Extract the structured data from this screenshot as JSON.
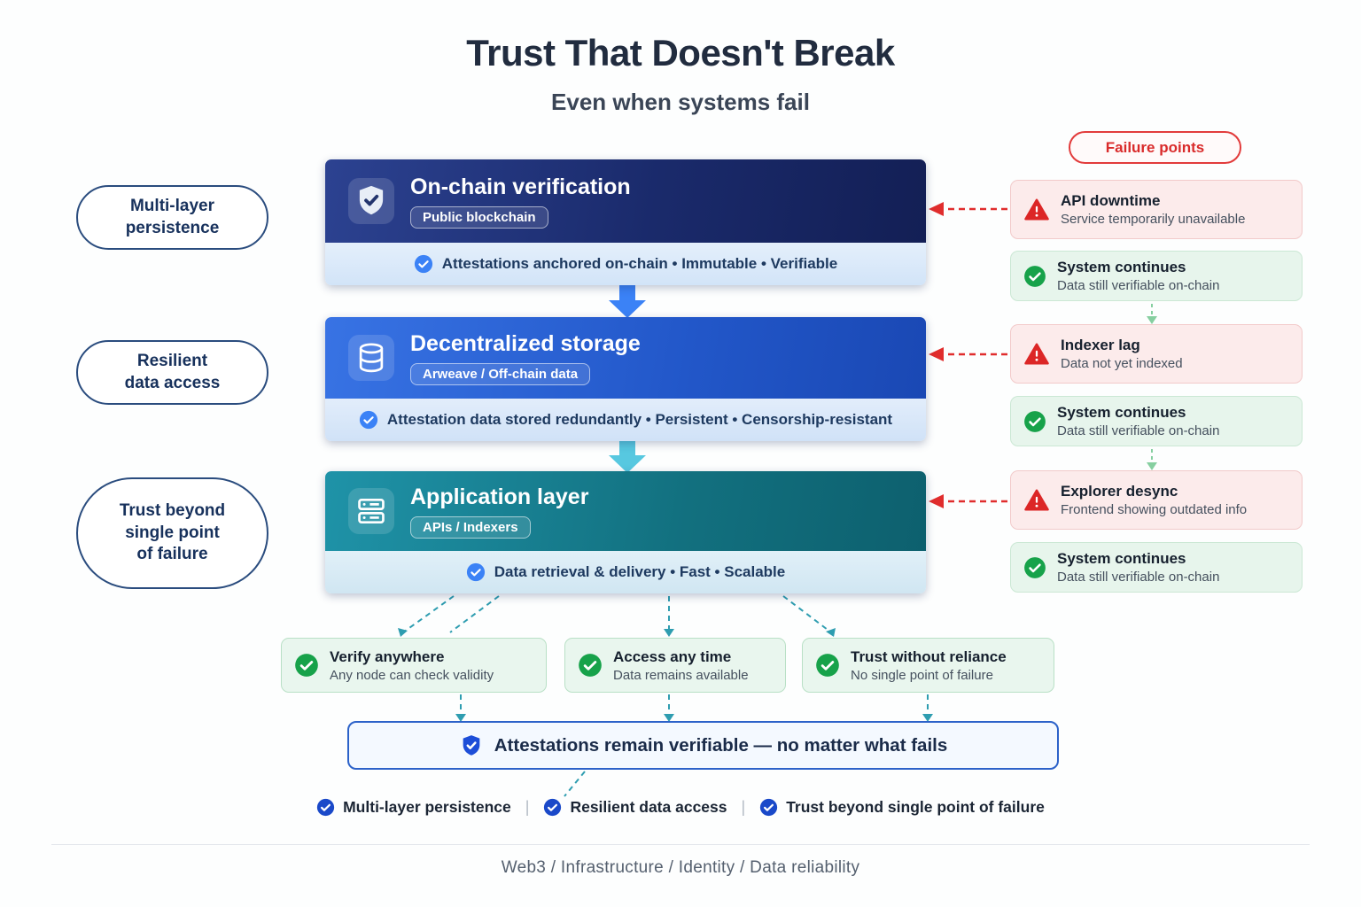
{
  "colors": {
    "navy": "#1b2a66",
    "blue": "#2563eb",
    "teal": "#0e7490",
    "red": "#dc2626",
    "green": "#16a34a",
    "light_blue_strip": "#d9e9fa"
  },
  "header": {
    "title": "Trust That Doesn't Break",
    "subtitle": "Even when systems fail"
  },
  "left_labels": [
    {
      "label": "Multi-layer\npersistence"
    },
    {
      "label": "Resilient\ndata access"
    },
    {
      "label": "Trust beyond\nsingle point\nof failure"
    }
  ],
  "layers": [
    {
      "title": "On-chain verification",
      "badge": "Public blockchain",
      "icon": "shield-check-icon",
      "footer": "Attestations anchored on-chain  •  Immutable  •  Verifiable"
    },
    {
      "title": "Decentralized storage",
      "badge": "Arweave / Off-chain data",
      "icon": "database-icon",
      "footer": "Attestation data stored redundantly  •  Persistent  •  Censorship-resistant"
    },
    {
      "title": "Application layer",
      "badge": "APIs / Indexers",
      "icon": "server-icon",
      "footer": "Data retrieval & delivery  •  Fast  •  Scalable"
    }
  ],
  "failure_points_label": "Failure points",
  "failure_column": [
    {
      "type": "failure",
      "title": "API downtime",
      "desc": "Service temporarily unavailable"
    },
    {
      "type": "ok",
      "title": "System continues",
      "desc": "Data still verifiable on-chain"
    },
    {
      "type": "failure",
      "title": "Indexer lag",
      "desc": "Data not yet indexed"
    },
    {
      "type": "ok",
      "title": "System continues",
      "desc": "Data still verifiable on-chain"
    },
    {
      "type": "failure",
      "title": "Explorer desync",
      "desc": "Frontend showing outdated info"
    },
    {
      "type": "ok",
      "title": "System continues",
      "desc": "Data still verifiable on-chain"
    }
  ],
  "benefits": [
    {
      "title": "Verify anywhere",
      "desc": "Any node can check validity"
    },
    {
      "title": "Access any time",
      "desc": "Data remains available"
    },
    {
      "title": "Trust without reliance",
      "desc": "No single point of failure"
    }
  ],
  "banner": {
    "text": "Attestations remain verifiable — no matter what fails"
  },
  "checklist": {
    "items": [
      "Multi-layer persistence",
      "Resilient data access",
      "Trust beyond single point of failure"
    ],
    "separator": "|"
  },
  "footer": {
    "text": "Web3 / Infrastructure / Identity / Data reliability"
  }
}
